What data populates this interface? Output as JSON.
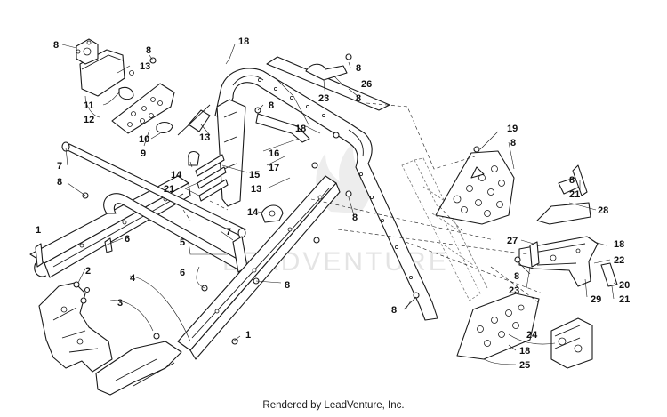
{
  "callouts": [
    {
      "id": "8",
      "label": "8"
    },
    {
      "id": "8",
      "label": "8"
    },
    {
      "id": "13",
      "label": "13"
    },
    {
      "id": "11",
      "label": "11"
    },
    {
      "id": "12",
      "label": "12"
    },
    {
      "id": "10",
      "label": "10"
    },
    {
      "id": "9",
      "label": "9"
    },
    {
      "id": "18",
      "label": "18"
    },
    {
      "id": "8",
      "label": "8"
    },
    {
      "id": "26",
      "label": "26"
    },
    {
      "id": "8",
      "label": "8"
    },
    {
      "id": "23",
      "label": "23"
    },
    {
      "id": "8",
      "label": "8"
    },
    {
      "id": "8",
      "label": "8"
    },
    {
      "id": "18",
      "label": "18"
    },
    {
      "id": "16",
      "label": "16"
    },
    {
      "id": "17",
      "label": "17"
    },
    {
      "id": "13",
      "label": "13"
    },
    {
      "id": "7",
      "label": "7"
    },
    {
      "id": "8",
      "label": "8"
    },
    {
      "id": "14",
      "label": "14"
    },
    {
      "id": "21",
      "label": "21"
    },
    {
      "id": "15",
      "label": "15"
    },
    {
      "id": "13",
      "label": "13"
    },
    {
      "id": "14",
      "label": "14"
    },
    {
      "id": "19",
      "label": "19"
    },
    {
      "id": "8",
      "label": "8"
    },
    {
      "id": "8",
      "label": "8"
    },
    {
      "id": "21",
      "label": "21"
    },
    {
      "id": "28",
      "label": "28"
    },
    {
      "id": "1",
      "label": "1"
    },
    {
      "id": "6",
      "label": "6"
    },
    {
      "id": "7",
      "label": "7"
    },
    {
      "id": "8",
      "label": "8"
    },
    {
      "id": "5",
      "label": "5"
    },
    {
      "id": "2",
      "label": "2"
    },
    {
      "id": "6",
      "label": "6"
    },
    {
      "id": "8",
      "label": "8"
    },
    {
      "id": "4",
      "label": "4"
    },
    {
      "id": "3",
      "label": "3"
    },
    {
      "id": "27",
      "label": "27"
    },
    {
      "id": "18",
      "label": "18"
    },
    {
      "id": "22",
      "label": "22"
    },
    {
      "id": "8",
      "label": "8"
    },
    {
      "id": "20",
      "label": "20"
    },
    {
      "id": "23",
      "label": "23"
    },
    {
      "id": "21",
      "label": "21"
    },
    {
      "id": "29",
      "label": "29"
    },
    {
      "id": "8",
      "label": "8"
    },
    {
      "id": "1",
      "label": "1"
    },
    {
      "id": "24",
      "label": "24"
    },
    {
      "id": "18",
      "label": "18"
    },
    {
      "id": "25",
      "label": "25"
    }
  ],
  "watermark": {
    "brand_text": "LEADVENTURE",
    "color": "#8a8a8a"
  },
  "footer": {
    "text": "Rendered by LeadVenture, Inc."
  },
  "colors": {
    "line": "#1a1a1a",
    "background": "#ffffff"
  }
}
